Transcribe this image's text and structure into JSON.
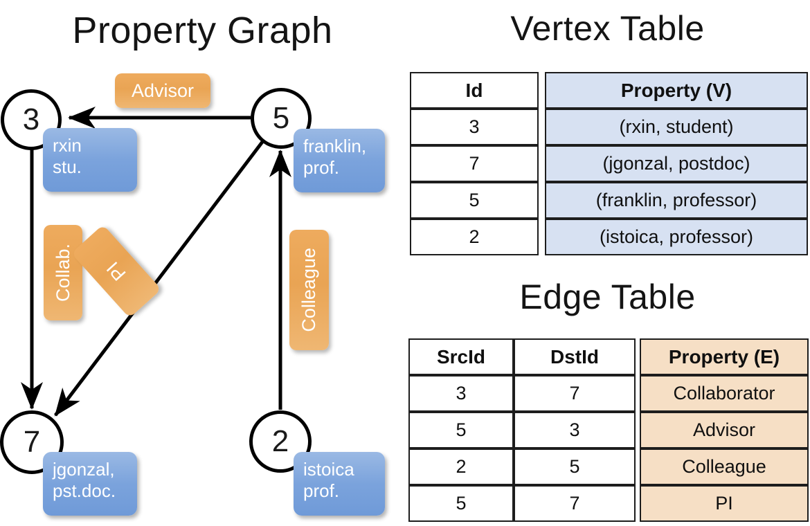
{
  "titles": {
    "property_graph": "Property Graph",
    "vertex_table": "Vertex Table",
    "edge_table": "Edge Table"
  },
  "graph": {
    "nodes": [
      {
        "id": "3",
        "label": "3",
        "property_lines": [
          "rxin",
          "stu."
        ]
      },
      {
        "id": "5",
        "label": "5",
        "property_lines": [
          "franklin,",
          "prof."
        ]
      },
      {
        "id": "7",
        "label": "7",
        "property_lines": [
          "jgonzal,",
          "pst.doc."
        ]
      },
      {
        "id": "2",
        "label": "2",
        "property_lines": [
          "istoica",
          "prof."
        ]
      }
    ],
    "edge_labels": [
      {
        "name": "advisor",
        "text": "Advisor",
        "orientation": "horizontal"
      },
      {
        "name": "collab",
        "text": "Collab.",
        "orientation": "vertical"
      },
      {
        "name": "pi",
        "text": "PI",
        "orientation": "diagonal"
      },
      {
        "name": "colleague",
        "text": "Colleague",
        "orientation": "vertical"
      }
    ],
    "edges": [
      {
        "src": "5",
        "dst": "3",
        "label": "Advisor"
      },
      {
        "src": "3",
        "dst": "7",
        "label": "Collab."
      },
      {
        "src": "5",
        "dst": "7",
        "label": "PI"
      },
      {
        "src": "2",
        "dst": "5",
        "label": "Colleague"
      }
    ]
  },
  "vertex_table": {
    "headers": [
      "Id",
      "Property (V)"
    ],
    "rows": [
      {
        "id": "3",
        "property": "(rxin, student)"
      },
      {
        "id": "7",
        "property": "(jgonzal, postdoc)"
      },
      {
        "id": "5",
        "property": "(franklin, professor)"
      },
      {
        "id": "2",
        "property": "(istoica, professor)"
      }
    ]
  },
  "edge_table": {
    "headers": [
      "SrcId",
      "DstId",
      "Property (E)"
    ],
    "rows": [
      {
        "src": "3",
        "dst": "7",
        "property": "Collaborator"
      },
      {
        "src": "5",
        "dst": "3",
        "property": "Advisor"
      },
      {
        "src": "2",
        "dst": "5",
        "property": "Colleague"
      },
      {
        "src": "5",
        "dst": "7",
        "property": "PI"
      }
    ]
  },
  "colors": {
    "vertex_property_fill": "#d7e1f2",
    "edge_property_fill": "#f6dfc5",
    "node_box_blue": "#7ba3dc",
    "edge_label_orange": "#eaa755",
    "stroke": "#000000"
  }
}
